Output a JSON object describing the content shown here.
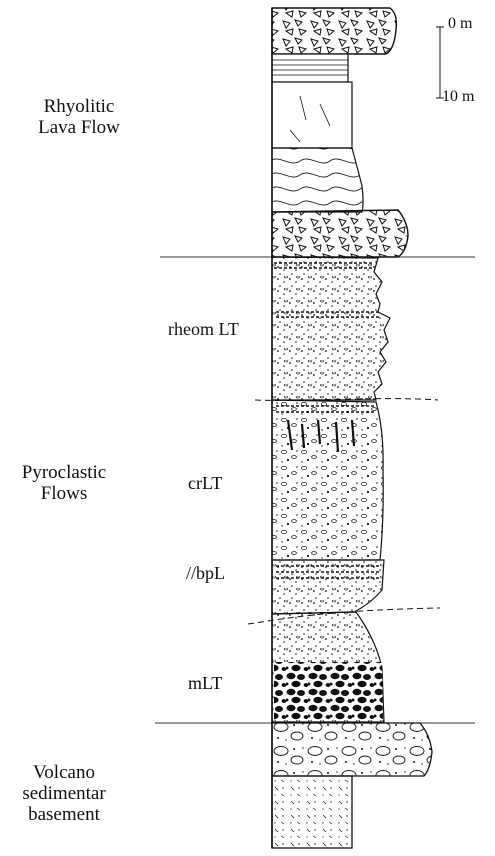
{
  "scale_bar": {
    "top_label": "0 m",
    "bottom_label": "10 m"
  },
  "groups": {
    "rhyolitic_lava_flow": [
      "Rhyolitic",
      "Lava Flow"
    ],
    "pyroclastic_flows": [
      "Pyroclastic",
      "Flows"
    ],
    "basement": [
      "Volcano",
      "sedimentar",
      "basement"
    ]
  },
  "units": {
    "rheom_lt": "rheom LT",
    "crlt": "crLT",
    "bpl": "//bpL",
    "mlt": "mLT"
  }
}
